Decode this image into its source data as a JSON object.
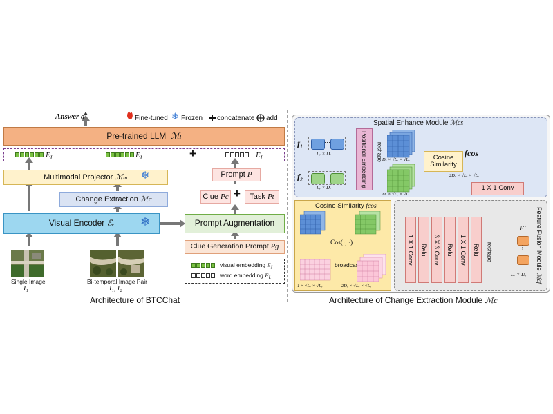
{
  "left": {
    "caption": "Architecture of BTCChat",
    "answer": "Answer",
    "answer_symbol": "a",
    "legend": {
      "finetuned": "Fine-tuned",
      "frozen": "Frozen",
      "concatenate": "concatenate",
      "add": "add"
    },
    "llm": {
      "label": "Pre-trained LLM",
      "symbol": "ℳₗ"
    },
    "emb_row": {
      "ei1": "E",
      "ei2": "E",
      "el": "E",
      "plus": "+"
    },
    "projector": {
      "label": "Multimodal Projector",
      "symbol": "ℳₘ"
    },
    "change_extraction": {
      "label": "Change Extraction",
      "symbol": "ℳc"
    },
    "visual_encoder": {
      "label": "Visual Encoder",
      "symbol": "ℰᵥ"
    },
    "prompt": {
      "label": "Prompt",
      "symbol": "P"
    },
    "clue": {
      "label": "Clue",
      "symbol": "Pc"
    },
    "task": {
      "label": "Task",
      "symbol": "Pt"
    },
    "plus": "+",
    "prompt_aug": "Prompt Augmentation",
    "clue_gen": {
      "label": "Clue Generation Prompt",
      "symbol": "Pg"
    },
    "legend_box": {
      "visual": "visual embedding",
      "visual_sym": "E",
      "word": "word embedding",
      "word_sym": "E"
    },
    "single_image": {
      "label": "Single Image",
      "symbol": "I₁"
    },
    "pair": {
      "label": "Bi-temporal Image Pair",
      "symbol": "I₁, I₂"
    }
  },
  "right": {
    "caption": "Architecture of Change Extraction Module",
    "caption_symbol": "ℳc",
    "sem": {
      "title": "Spatial Enhance Module",
      "symbol": "ℳcs"
    },
    "f1": "f₁",
    "f2": "f₂",
    "dim_lv_dv": "Lᵥ × Dᵥ",
    "dim_cube": "Dᵥ × √Lᵥ × √Lᵥ",
    "dim_cos": "2Dᵥ × √Lᵥ × √Lᵥ",
    "pos_embed": "Positional Embedding",
    "reshape": "reshape",
    "cosine_sim": "Cosine Similarity",
    "fcos": "fcos",
    "conv1x1": "1 X 1 Conv",
    "cos_panel": {
      "title": "Cosine Similarity",
      "symbol": "fcos",
      "op": "Cos(·, ·)",
      "broadcast": "broadcast",
      "dim_a": "1 × √Lᵥ × √Lᵥ",
      "dim_b": "2Dᵥ × √Lᵥ × √Lᵥ"
    },
    "ffm": {
      "title": "Feature Fusion Module",
      "symbol": "ℳcf",
      "layers": [
        "1 X 1 Conv",
        "Relu",
        "3 X 3 Conv",
        "Relu",
        "1 X 1 Conv",
        "Relu"
      ],
      "reshape": "reshape",
      "fprime": "F′",
      "dim": "Lᵥ × Dᵥ"
    }
  }
}
